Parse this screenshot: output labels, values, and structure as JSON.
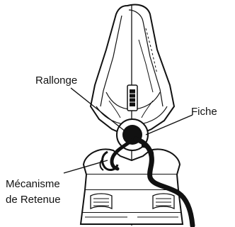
{
  "labels": {
    "extension_cord": "Rallonge",
    "plug": "Fiche",
    "retention_mechanism_line1": "Mécanisme",
    "retention_mechanism_line2": "de Retenue"
  },
  "colors": {
    "ink": "#111111",
    "paper": "#ffffff"
  }
}
